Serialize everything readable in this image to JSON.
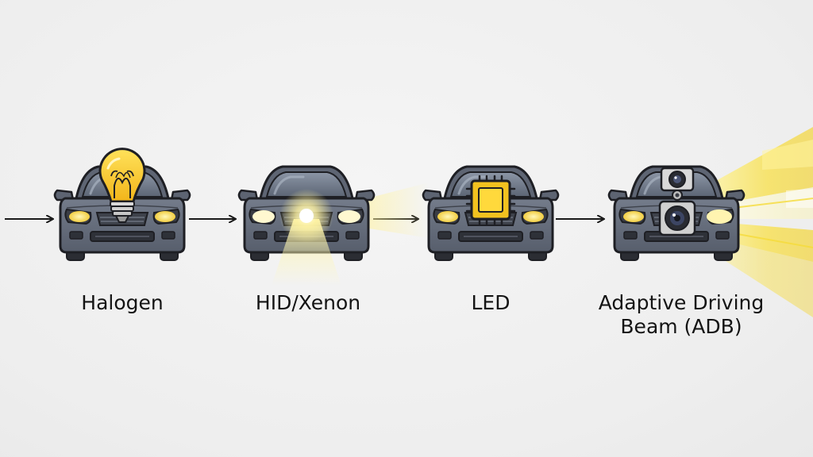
{
  "stages": [
    {
      "id": "halogen",
      "lines": [
        "Halogen"
      ],
      "icon": "lightbulb-icon"
    },
    {
      "id": "hid",
      "lines": [
        "HID/Xenon"
      ],
      "icon": "glow-icon"
    },
    {
      "id": "led",
      "lines": [
        "LED"
      ],
      "icon": "chip-icon"
    },
    {
      "id": "adb",
      "lines": [
        "Adaptive Driving",
        "Beam (ADB)"
      ],
      "icon": "camera-icon"
    }
  ],
  "colors": {
    "car_body": "#626a79",
    "car_outline": "#1e1f24",
    "headlight": "#f3cf2e",
    "beam": "#f7e35a",
    "arrow": "#1a1a1a"
  }
}
